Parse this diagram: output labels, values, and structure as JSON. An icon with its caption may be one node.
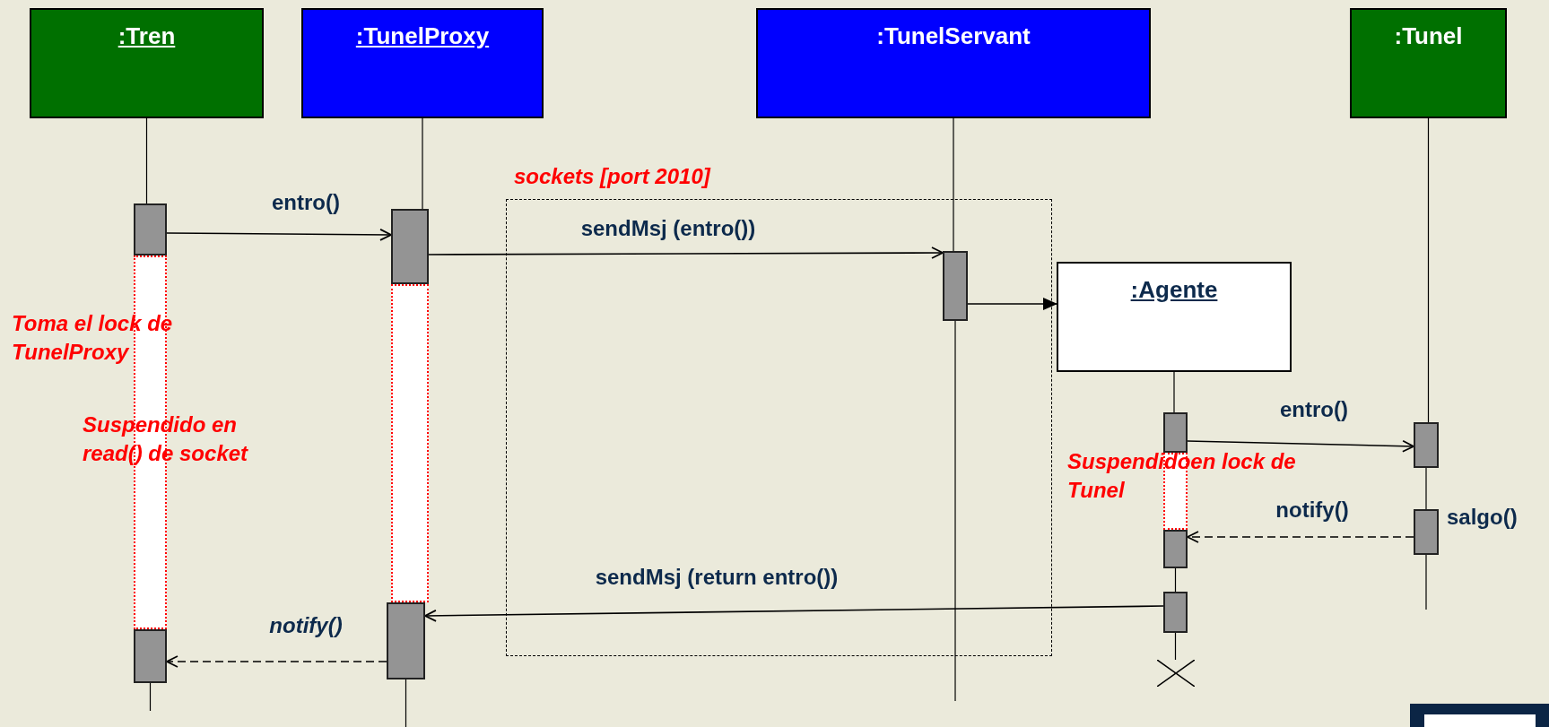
{
  "diagram": {
    "nodes": [
      {
        "text": [
          ":Tren"
        ]
      },
      {
        "text": [
          ":TunelProxy"
        ]
      },
      {
        "text": [
          ":TunelServant"
        ]
      },
      {
        "text": [
          ":Tunel"
        ]
      },
      {
        "text": [],
        "shape": "bar"
      },
      {
        "text": [],
        "shape": "bar"
      },
      {
        "text": [
          "sockets [port 2010]"
        ]
      },
      {
        "text": [],
        "shape": "bar",
        "in": 6
      },
      {
        "text": [
          ":Agente"
        ]
      },
      {
        "text": [],
        "shape": "bar"
      },
      {
        "text": [],
        "shape": "bar"
      },
      {
        "text": [],
        "shape": "bar"
      },
      {
        "text": [],
        "shape": "bar"
      },
      {
        "text": [],
        "shape": "bar"
      },
      {
        "text": [],
        "shape": "bar",
        "beside": [
          "salgo()"
        ]
      },
      {
        "text": [],
        "shape": "bar"
      },
      {
        "text": [],
        "shape": "bar"
      },
      {
        "text": [],
        "shape": "bar"
      },
      {
        "text": [],
        "shape": "bar"
      },
      {
        "text": [],
        "shape": "cross"
      }
    ],
    "edges": [
      {
        "from": 4,
        "to": 5,
        "arrow": "to",
        "label": "entro()"
      },
      {
        "from": 5,
        "to": 7,
        "arrow": "to",
        "label": "sendMsj (entro())"
      },
      {
        "from": 7,
        "to": 8,
        "arrow": "to"
      },
      {
        "from": 11,
        "to": 12,
        "arrow": "to",
        "label": "entro()"
      },
      {
        "from": 14,
        "to": 15,
        "arrow": "to",
        "style": "dashed",
        "label": "notify()"
      },
      {
        "from": 16,
        "to": 17,
        "arrow": "to",
        "label": "sendMsj (return entro())"
      },
      {
        "from": 17,
        "to": 18,
        "arrow": "to",
        "style": "dashed",
        "label": "notify()"
      },
      {
        "from": 0,
        "to": 4,
        "arrow": "none"
      },
      {
        "from": 18,
        "to": null,
        "arrow": "none"
      },
      {
        "from": 1,
        "to": 5,
        "arrow": "none"
      },
      {
        "from": 17,
        "to": null,
        "arrow": "none"
      },
      {
        "from": 2,
        "to": 7,
        "arrow": "none"
      },
      {
        "from": 7,
        "to": null,
        "arrow": "none"
      },
      {
        "from": 8,
        "to": 11,
        "arrow": "none"
      },
      {
        "from": 15,
        "to": 16,
        "arrow": "none"
      },
      {
        "from": 16,
        "to": 19,
        "arrow": "none"
      },
      {
        "from": 3,
        "to": 12,
        "arrow": "none"
      },
      {
        "from": 12,
        "to": 14,
        "arrow": "none"
      },
      {
        "from": 14,
        "to": null,
        "arrow": "none"
      }
    ],
    "labels": [
      "Toma el lock de TunelProxy",
      "Suspendido en read() de socket",
      "Suspendidoen lock de Tunel"
    ]
  }
}
